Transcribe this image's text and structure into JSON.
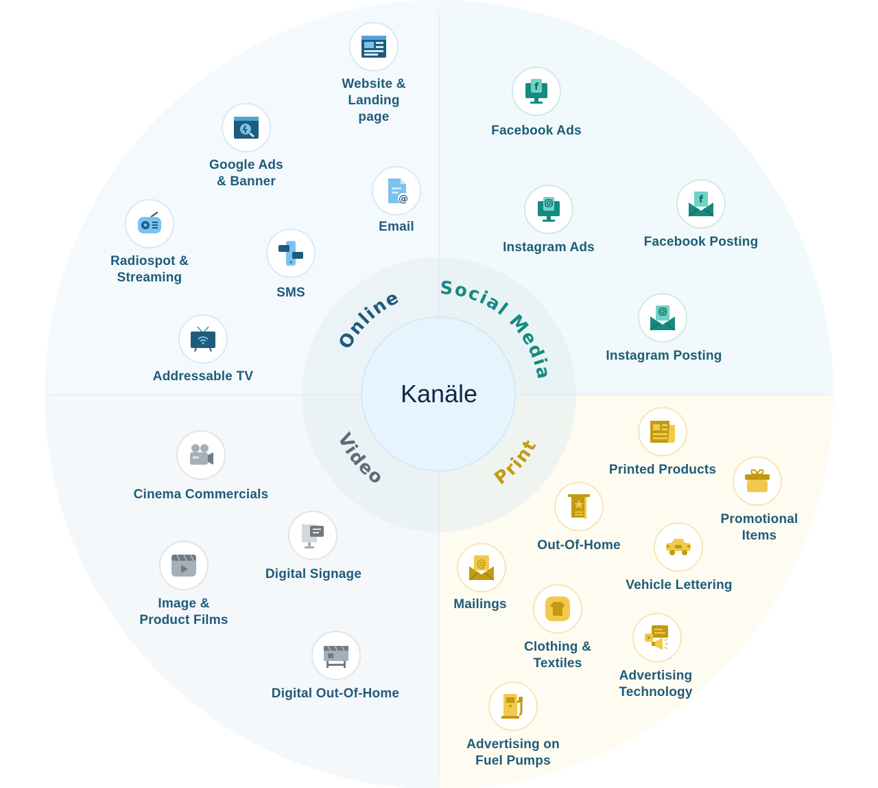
{
  "center": {
    "title": "Kanäle"
  },
  "colors": {
    "online": "#1f5b7a",
    "social_media": "#168a80",
    "video": "#5f6b76",
    "print": "#c29a12",
    "label_text": "#1f5b7a"
  },
  "segments": {
    "online": "Online",
    "social_media": "Social Media",
    "video": "Video",
    "print": "Print"
  },
  "channels": {
    "website_landing_page": {
      "label": "Website &\nLanding\npage",
      "icon": "website-icon"
    },
    "google_ads_banner": {
      "label": "Google Ads\n& Banner",
      "icon": "search-ad-icon"
    },
    "email": {
      "label": "Email",
      "icon": "email-document-icon"
    },
    "radiospot_streaming": {
      "label": "Radiospot &\nStreaming",
      "icon": "radio-icon"
    },
    "sms": {
      "label": "SMS",
      "icon": "phone-message-icon"
    },
    "addressable_tv": {
      "label": "Addressable TV",
      "icon": "smart-tv-icon"
    },
    "facebook_ads": {
      "label": "Facebook Ads",
      "icon": "facebook-monitor-icon"
    },
    "instagram_ads": {
      "label": "Instagram Ads",
      "icon": "instagram-monitor-icon"
    },
    "facebook_posting": {
      "label": "Facebook Posting",
      "icon": "facebook-envelope-icon"
    },
    "instagram_posting": {
      "label": "Instagram Posting",
      "icon": "instagram-envelope-icon"
    },
    "cinema_commercials": {
      "label": "Cinema Commercials",
      "icon": "film-camera-icon"
    },
    "digital_signage": {
      "label": "Digital Signage",
      "icon": "signage-display-icon"
    },
    "image_product_films": {
      "label": "Image &\nProduct Films",
      "icon": "video-player-icon"
    },
    "digital_out_of_home": {
      "label": "Digital Out-Of-Home",
      "icon": "billboard-icon"
    },
    "printed_products": {
      "label": "Printed Products",
      "icon": "newspaper-icon"
    },
    "promotional_items": {
      "label": "Promotional\nItems",
      "icon": "gift-box-icon"
    },
    "out_of_home": {
      "label": "Out-Of-Home",
      "icon": "poster-icon"
    },
    "vehicle_lettering": {
      "label": "Vehicle Lettering",
      "icon": "car-icon"
    },
    "mailings": {
      "label": "Mailings",
      "icon": "mail-envelope-icon"
    },
    "clothing_textiles": {
      "label": "Clothing &\nTextiles",
      "icon": "t-shirt-icon"
    },
    "advertising_technology": {
      "label": "Advertising\nTechnology",
      "icon": "megaphone-screen-icon"
    },
    "advertising_fuel_pumps": {
      "label": "Advertising on\nFuel Pumps",
      "icon": "fuel-pump-icon"
    }
  }
}
